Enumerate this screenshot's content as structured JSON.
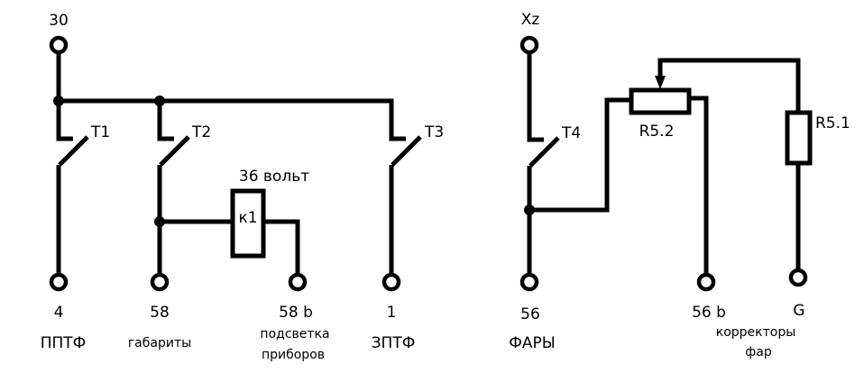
{
  "left_circuit": {
    "input_terminal": "30",
    "switches": [
      "T1",
      "T2",
      "T3"
    ],
    "relay": {
      "label": "к1",
      "voltage": "36 вольт"
    },
    "outputs": [
      {
        "terminal": "4",
        "description": "ППТФ"
      },
      {
        "terminal": "58",
        "description": "габариты"
      },
      {
        "terminal": "58 b",
        "description_line1": "подсветка",
        "description_line2": "приборов"
      },
      {
        "terminal": "1",
        "description": "ЗПТФ"
      }
    ]
  },
  "right_circuit": {
    "input_terminal": "Xz",
    "switch": "T4",
    "potentiometer": "R5.2",
    "resistor": "R5.1",
    "outputs": [
      {
        "terminal": "56",
        "description": "ФАРЫ"
      },
      {
        "terminal": "56 b",
        "description_line1": "корректоры",
        "description_line2": "фар"
      },
      {
        "terminal": "G"
      }
    ]
  }
}
